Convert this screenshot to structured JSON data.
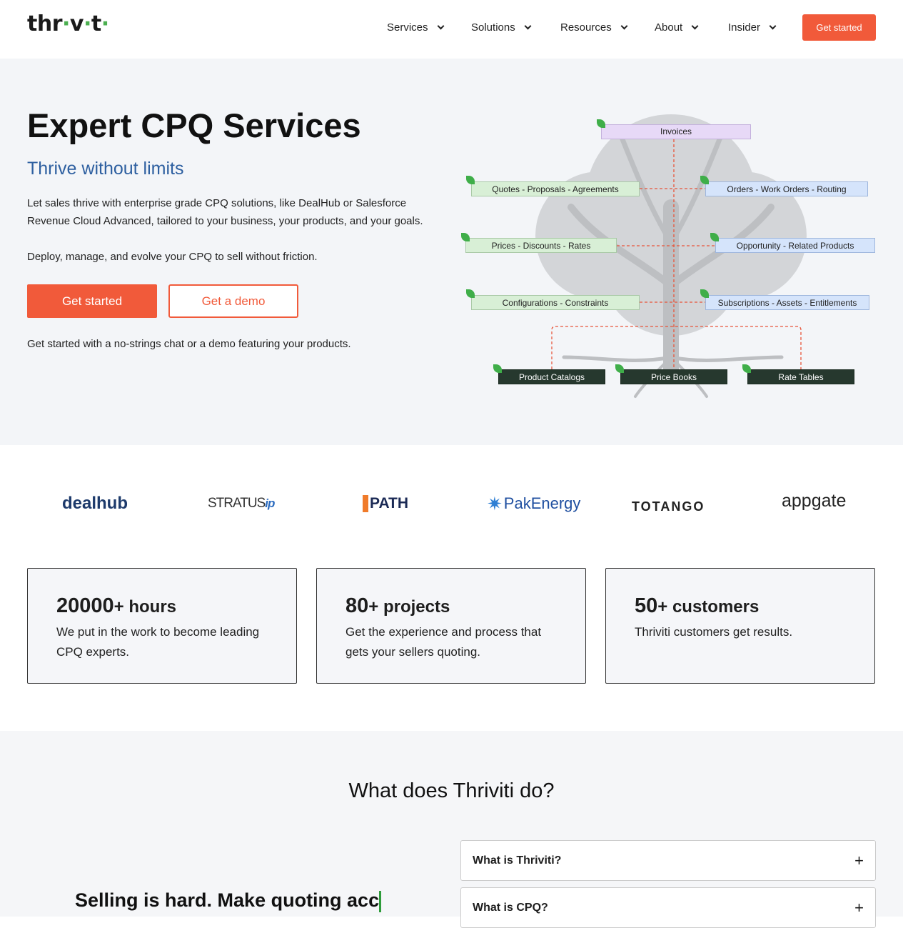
{
  "header": {
    "logo": "thriviti",
    "nav": [
      {
        "label": "Services"
      },
      {
        "label": "Solutions"
      },
      {
        "label": "Resources"
      },
      {
        "label": "About"
      },
      {
        "label": "Insider"
      }
    ],
    "cta": "Get started"
  },
  "hero": {
    "title": "Expert CPQ Services",
    "subtitle": "Thrive without limits",
    "p1": "Let sales thrive with enterprise grade CPQ solutions, like DealHub or Salesforce Revenue Cloud Advanced, tailored to your business, your products, and your goals.",
    "p2": "Deploy, manage, and evolve your CPQ to sell without friction.",
    "primary": "Get started",
    "secondary": "Get a demo",
    "note": "Get started with a no-strings chat or a demo featuring your products."
  },
  "diagram": {
    "top": "Invoices",
    "left": [
      "Quotes - Proposals - Agreements",
      "Prices - Discounts - Rates",
      "Configurations - Constraints"
    ],
    "right": [
      "Orders - Work Orders - Routing",
      "Opportunity - Related Products",
      "Subscriptions - Assets - Entitlements"
    ],
    "roots": [
      "Product Catalogs",
      "Price Books",
      "Rate Tables"
    ]
  },
  "logos": [
    "dealhub",
    "STRATUS",
    "ip",
    "PATH",
    "PakEnergy",
    "TOTANGO",
    "appgate"
  ],
  "stats": [
    {
      "num": "20000",
      "unit": "+ hours",
      "desc": "We put in the work to become leading CPQ experts."
    },
    {
      "num": "80",
      "unit": "+ projects",
      "desc": "Get the experience and process that gets your sellers quoting."
    },
    {
      "num": "50",
      "unit": "+ customers",
      "desc": "Thriviti customers get results."
    }
  ],
  "section": {
    "title": "What does Thriviti do?",
    "faq": [
      {
        "q": "What is Thriviti?"
      },
      {
        "q": "What is CPQ?"
      }
    ],
    "typing": "Selling is hard. Make quoting acc"
  },
  "colors": {
    "accent": "#f15a3a",
    "brand_blue": "#2d5fa0",
    "leaf": "#3fae49"
  }
}
